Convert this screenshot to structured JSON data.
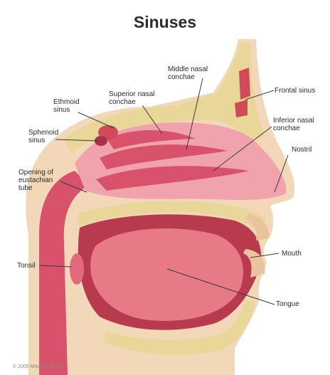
{
  "title": "Sinuses",
  "labels": {
    "middle_nasal_conchae": "Middle nasal\nconchae",
    "superior_nasal_conchae": "Superior nasal\nconchae",
    "ethmoid_sinus": "Ethmoid\nsinus",
    "frontal_sinus": "Frontal sinus",
    "inferior_nasal_conchae": "Inferior nasal\nconchae",
    "sphenoid_sinus": "Sphenoid\nsinus",
    "nostril": "Nostril",
    "opening_of_eustachian_tube": "Opening of\neustachian\ntube",
    "tonsil": "Tonsil",
    "mouth": "Mouth",
    "tongue": "Tongue"
  },
  "copyright": "© 2000 MediceNet, Inc.",
  "colors": {
    "skin": "#f2d7b8",
    "bone": "#e9d79a",
    "tissue": "#d9526b",
    "mucosa": "#f0a3ad",
    "sinus": "#d24a59",
    "leader_line": "#3a3a3a"
  }
}
